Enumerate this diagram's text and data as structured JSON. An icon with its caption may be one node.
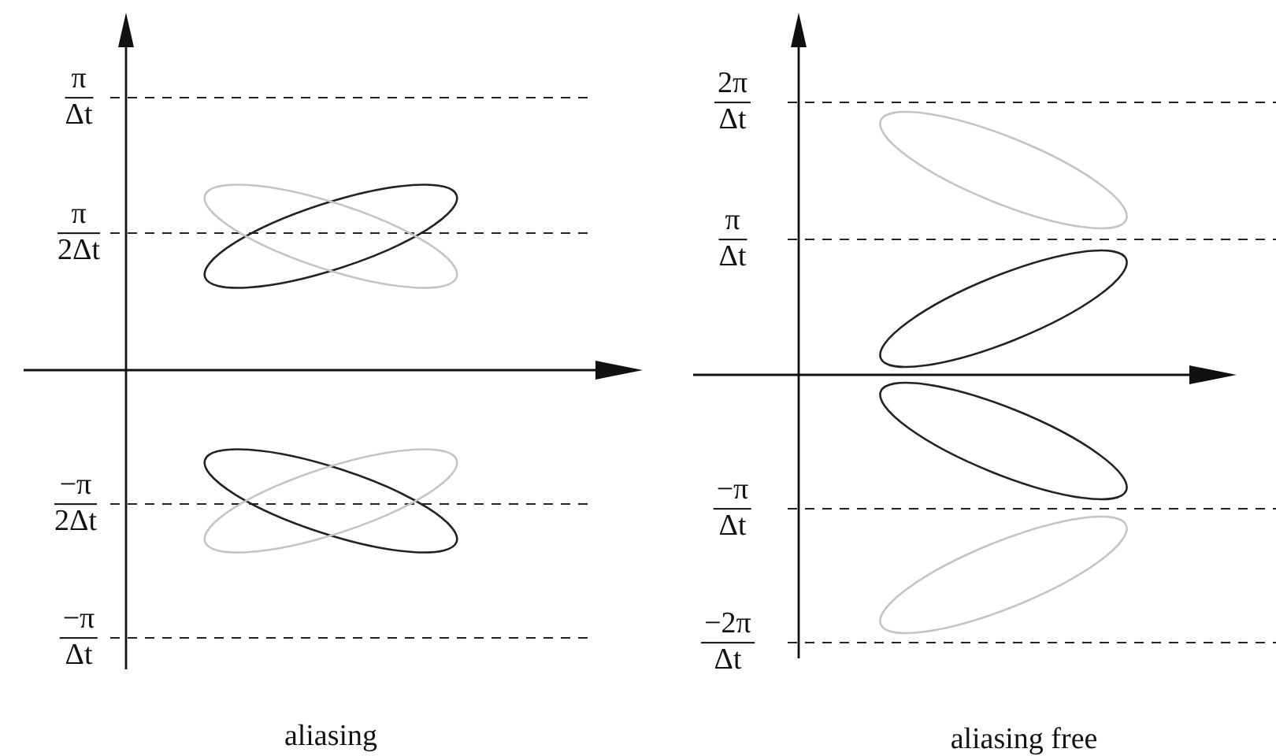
{
  "diagram": {
    "labels": [
      "π/Δt",
      "π/2Δt",
      "−π/2Δt",
      "−π/Δt",
      "aliasing",
      "2π/Δt",
      "π/Δt",
      "−π/Δt",
      "−2π/Δt",
      "aliasing free"
    ]
  }
}
